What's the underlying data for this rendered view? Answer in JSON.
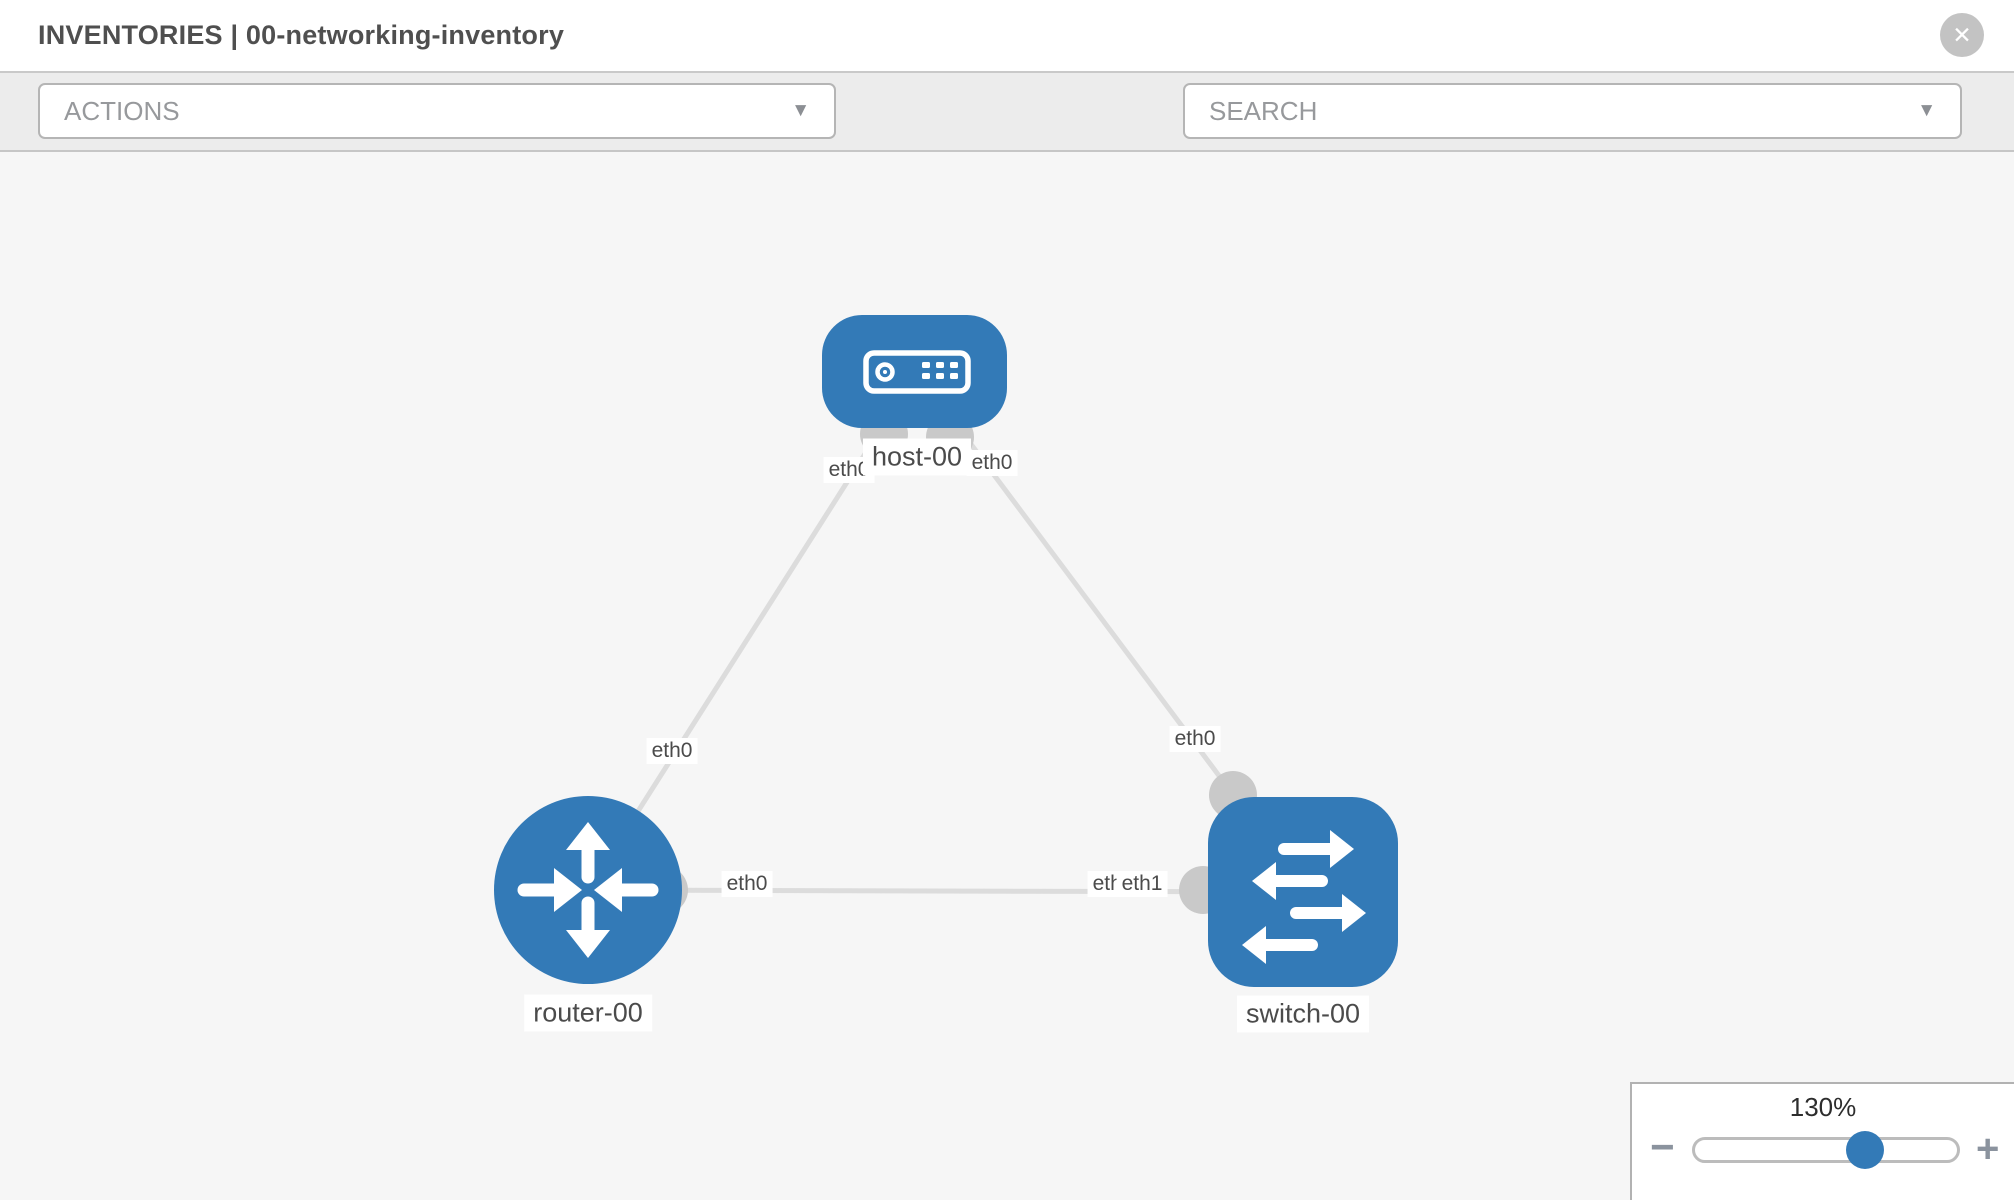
{
  "header": {
    "title": "INVENTORIES | 00-networking-inventory",
    "close_glyph": "✕"
  },
  "toolbar": {
    "actions_dropdown": {
      "value": "ACTIONS",
      "caret": "▼"
    },
    "search_dropdown": {
      "value": "SEARCH",
      "caret": "▼"
    },
    "tools": [
      {
        "icon": "wrench-icon"
      },
      {
        "icon": "key-icon"
      }
    ]
  },
  "diagram": {
    "nodes": [
      {
        "id": "host-00",
        "type": "host",
        "label": "host-00"
      },
      {
        "id": "router-00",
        "type": "router",
        "label": "router-00"
      },
      {
        "id": "switch-00",
        "type": "switch",
        "label": "switch-00"
      }
    ],
    "links": [
      {
        "source": "host-00",
        "source_iface": "eth0",
        "target": "router-00",
        "target_iface": "eth0"
      },
      {
        "source": "host-00",
        "source_iface": "eth0",
        "target": "switch-00",
        "target_iface": "eth0"
      },
      {
        "source": "router-00",
        "source_iface": "eth0",
        "target": "switch-00",
        "target_iface": "eth1"
      }
    ]
  },
  "zoom_control": {
    "level": "130%",
    "minus_glyph": "−",
    "plus_glyph": "+"
  },
  "colors": {
    "node_blue": "#337ab7",
    "link_gray": "#dcdcdc",
    "endpoint_gray": "#c9c9c9",
    "toolbar_bg": "#ececec",
    "canvas_bg": "#f6f6f6"
  }
}
